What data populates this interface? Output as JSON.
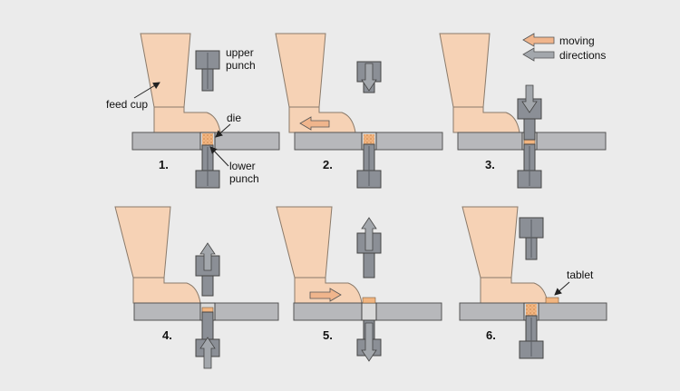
{
  "colors": {
    "background": "#ebebeb",
    "feed_cup": "#f6d2b5",
    "feed_cup_stroke": "#8a7a6a",
    "die_table": "#b7b8bb",
    "punch": "#8b8f96",
    "punch_dark": "#5a5e64",
    "powder": "#f2b580",
    "powder_dot": "#c9854c",
    "arrow_orange": "#f0b58c",
    "arrow_gray": "#a3a7ac"
  },
  "legend": {
    "line1": "moving",
    "line2": "directions"
  },
  "labels": {
    "feed_cup": "feed cup",
    "upper_punch_1": "upper",
    "upper_punch_2": "punch",
    "die": "die",
    "lower_punch_1": "lower",
    "lower_punch_2": "punch",
    "tablet": "tablet"
  },
  "steps": [
    "1.",
    "2.",
    "3.",
    "4.",
    "5.",
    "6."
  ]
}
